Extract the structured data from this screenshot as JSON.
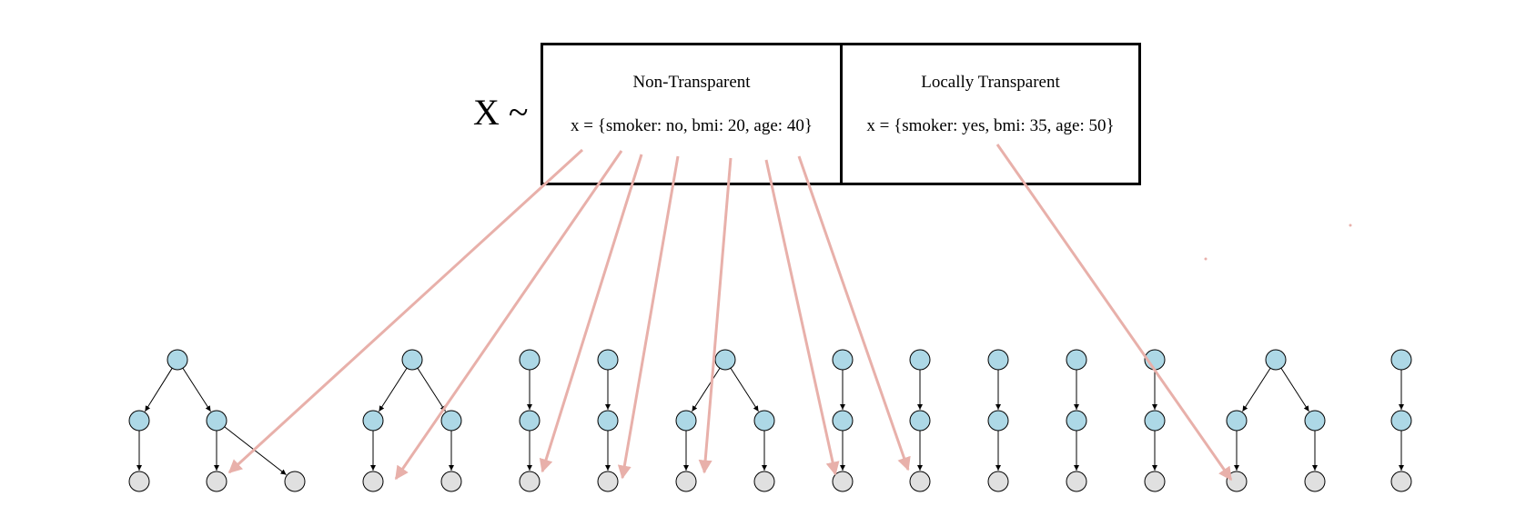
{
  "prefix": "X ~",
  "boxes": [
    {
      "title": "Non-Transparent",
      "body": "x = {smoker: no, bmi: 20, age: 40}"
    },
    {
      "title": "Locally Transparent",
      "body": "x = {smoker: yes, bmi: 35, age: 50}"
    }
  ],
  "colors": {
    "arrow": "#e8b0aa",
    "decision_node_fill": "#add8e6",
    "leaf_node_fill": "#e0e0e0",
    "stroke": "#000000"
  },
  "trees": [
    {
      "shape": "V-plus",
      "description_nodes": 6
    },
    {
      "shape": "V",
      "description_nodes": 5
    },
    {
      "shape": "chain",
      "description_nodes": 3
    },
    {
      "shape": "chain",
      "description_nodes": 3
    },
    {
      "shape": "V",
      "description_nodes": 5
    },
    {
      "shape": "chain",
      "description_nodes": 3
    },
    {
      "shape": "chain",
      "description_nodes": 3
    },
    {
      "shape": "chain",
      "description_nodes": 3
    },
    {
      "shape": "chain",
      "description_nodes": 3
    },
    {
      "shape": "chain",
      "description_nodes": 3
    },
    {
      "shape": "V",
      "description_nodes": 5
    },
    {
      "shape": "chain",
      "description_nodes": 3
    }
  ],
  "mappings": [
    {
      "from_box": 0,
      "to_tree": 0
    },
    {
      "from_box": 0,
      "to_tree": 1
    },
    {
      "from_box": 0,
      "to_tree": 2
    },
    {
      "from_box": 0,
      "to_tree": 3
    },
    {
      "from_box": 0,
      "to_tree": 4
    },
    {
      "from_box": 0,
      "to_tree": 5
    },
    {
      "from_box": 0,
      "to_tree": 6
    },
    {
      "from_box": 1,
      "to_tree": 10
    }
  ]
}
